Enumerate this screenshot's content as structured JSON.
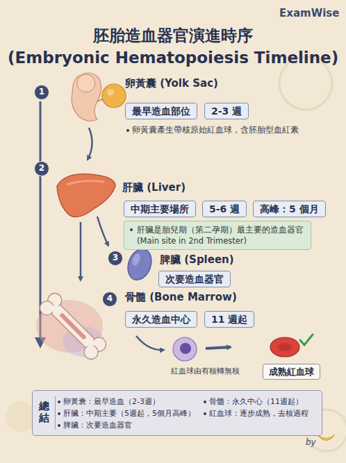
{
  "diagram": {
    "title": "胚胎造血器官演進時序",
    "nodes": [
      {
        "text": [
          "1"
        ]
      },
      {
        "text": [
          "最早造血部位"
        ]
      },
      {
        "text": [
          "2-3 週"
        ]
      },
      {
        "text": [
          "2"
        ]
      },
      {
        "text": [
          "中期主要場所"
        ]
      },
      {
        "text": [
          "5-6 週"
        ]
      },
      {
        "text": [
          "高峰：5 個月"
        ]
      },
      {
        "text": [
          "肝臟是胎兒期（第二孕期）最主要的造血器官",
          "(Main site in 2nd Trimester)"
        ]
      },
      {
        "text": [
          "3"
        ]
      },
      {
        "text": [
          "次要造血器官"
        ]
      },
      {
        "text": [
          "4"
        ]
      },
      {
        "text": [
          "永久造血中心"
        ]
      },
      {
        "text": [
          "11 週起"
        ]
      },
      {
        "text": [
          "成熟紅血球"
        ]
      },
      {
        "text": [
          "總結",
          "卵黃囊：最早造血（2-3週）",
          "肝臟：中期主要（5週起，5個月高峰）",
          "脾臟：次要造血器官",
          "骨髓：永久中心（11週起）",
          "紅血球：逐步成熟，去核過程"
        ]
      }
    ],
    "labels": [
      "ExamWise",
      "(Embryonic Hematopoiesis Timeline)",
      "卵黃囊 (Yolk Sac)",
      "卵黃囊產生帶核原始紅血球，含胚胎型血紅素",
      "肝臟 (Liver)",
      "脾臟 (Spleen)",
      "骨髓 (Bone Marrow)",
      "紅血球由有核轉無核",
      "by"
    ]
  }
}
